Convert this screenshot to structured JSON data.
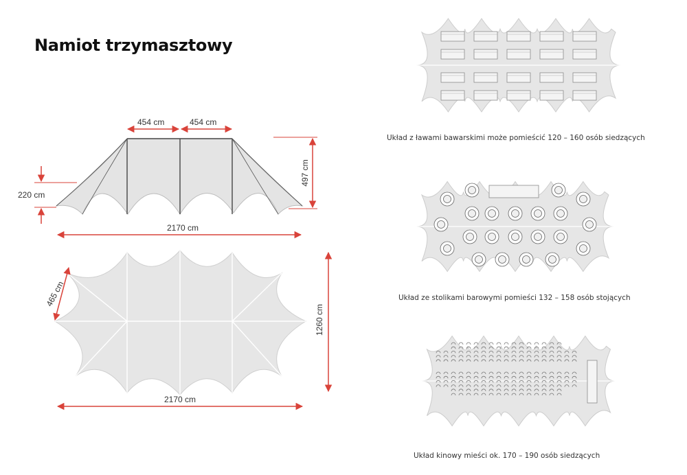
{
  "title": "Namiot trzymasztowy",
  "dimensions": {
    "side_mast_spacing_left": "454 cm",
    "side_mast_spacing_right": "454 cm",
    "side_height_total": "497 cm",
    "side_edge_height": "220 cm",
    "side_length": "2170 cm",
    "top_diagonal": "465 cm",
    "top_width": "1260 cm",
    "top_length": "2170 cm"
  },
  "layouts": [
    {
      "caption": "Układ z ławami bawarskimi może pomieścić 120 – 160 osób siedzących"
    },
    {
      "caption": "Układ ze stolikami barowymi pomieści 132 – 158 osób stojących"
    },
    {
      "caption": "Układ kinowy mieści ok. 170 – 190 osób siedzących"
    }
  ],
  "colors": {
    "dimension_arrow": "#d9433a",
    "tent_fill": "#e6e6e6",
    "tent_stroke": "#c9c9c9",
    "structure_line": "#444444"
  }
}
